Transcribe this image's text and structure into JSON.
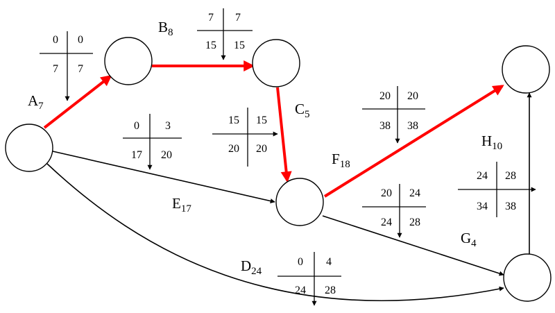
{
  "colors": {
    "critical": "#ff0000",
    "normal": "#000000",
    "node_fill": "#ffffff",
    "background": "#ffffff"
  },
  "activities": [
    {
      "id": "A",
      "letter": "A",
      "duration": "7",
      "critical": true,
      "es": "0",
      "ef": "0",
      "ls": "7",
      "lf": "7"
    },
    {
      "id": "B",
      "letter": "B",
      "duration": "8",
      "critical": true,
      "es": "7",
      "ef": "7",
      "ls": "15",
      "lf": "15"
    },
    {
      "id": "C",
      "letter": "C",
      "duration": "5",
      "critical": true,
      "es": "15",
      "ef": "15",
      "ls": "20",
      "lf": "20"
    },
    {
      "id": "D",
      "letter": "D",
      "duration": "24",
      "critical": false,
      "es": "0",
      "ef": "4",
      "ls": "24",
      "lf": "28"
    },
    {
      "id": "E",
      "letter": "E",
      "duration": "17",
      "critical": false,
      "es": "0",
      "ef": "3",
      "ls": "17",
      "lf": "20"
    },
    {
      "id": "F",
      "letter": "F",
      "duration": "18",
      "critical": true,
      "es": "20",
      "ef": "20",
      "ls": "38",
      "lf": "38"
    },
    {
      "id": "G",
      "letter": "G",
      "duration": "4",
      "critical": false,
      "es": "20",
      "ef": "24",
      "ls": "24",
      "lf": "28"
    },
    {
      "id": "H",
      "letter": "H",
      "duration": "10",
      "critical": false,
      "es": "24",
      "ef": "28",
      "ls": "34",
      "lf": "38"
    }
  ]
}
